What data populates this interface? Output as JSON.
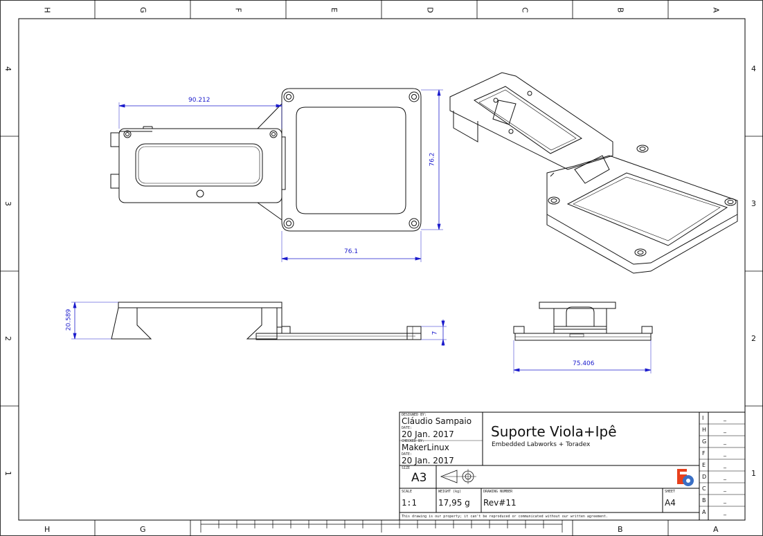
{
  "zones_top": [
    "H",
    "G",
    "F",
    "E",
    "D",
    "C",
    "B",
    "A"
  ],
  "zones_bottom": [
    "H",
    "G",
    "B",
    "A"
  ],
  "zones_rows": [
    "4",
    "3",
    "2",
    "1"
  ],
  "dimensions": {
    "d1": "90.212",
    "d2": "76.2",
    "d3": "76.1",
    "d4": "20.589",
    "d5": "7",
    "d6": "75.406"
  },
  "title_block": {
    "designed_by_label": "DESIGNED BY:",
    "designed_by": "Cláudio Sampaio",
    "date1_label": "DATE:",
    "date1": "20 Jan. 2017",
    "checked_by_label": "CHECKED BY:",
    "checked_by": "MakerLinux",
    "date2_label": "DATE:",
    "date2": "20 Jan. 2017",
    "size_label": "SIZE",
    "size": "A3",
    "title": "Suporte Viola+Ipê",
    "subtitle": "Embedded Labworks + Toradex",
    "scale_label": "SCALE",
    "scale": "1:1",
    "weight_label": "WEIGHT (kg)",
    "weight": "17,95 g",
    "drawing_number_label": "DRAWING NUMBER",
    "drawing_number": "Rev#11",
    "sheet_label": "SHEET",
    "sheet": "A4",
    "disclaimer": "This drawing is our property; it can't be reproduced or communicated without our written agreement.",
    "revisions": [
      {
        "letter": "I",
        "value": "_"
      },
      {
        "letter": "H",
        "value": "_"
      },
      {
        "letter": "G",
        "value": "_"
      },
      {
        "letter": "F",
        "value": "_"
      },
      {
        "letter": "E",
        "value": "_"
      },
      {
        "letter": "D",
        "value": "_"
      },
      {
        "letter": "C",
        "value": "_"
      },
      {
        "letter": "B",
        "value": "_"
      },
      {
        "letter": "A",
        "value": "_"
      }
    ]
  },
  "colors": {
    "dimension": "#1a1acc",
    "logo_red": "#e8401c",
    "logo_blue": "#3a6fc4"
  }
}
